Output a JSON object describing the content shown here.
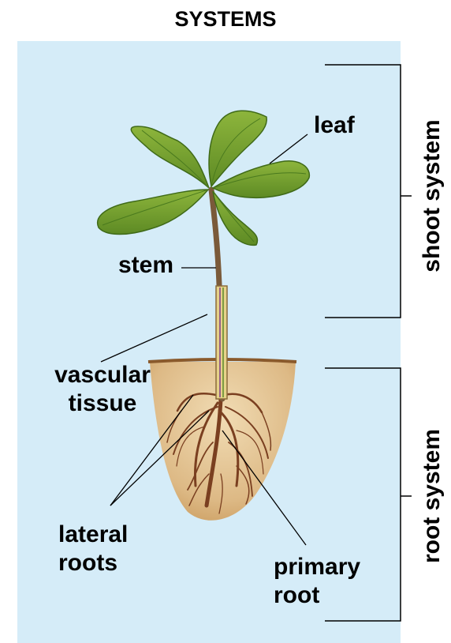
{
  "title": "SYSTEMS",
  "labels": {
    "leaf": "leaf",
    "stem": "stem",
    "vascular_tissue": "vascular\ntissue",
    "lateral_roots": "lateral\nroots",
    "primary_root": "primary\nroot",
    "shoot_system": "shoot system",
    "root_system": "root system"
  },
  "colors": {
    "background_panel": "#d5ecf8",
    "leaf": "#6e9a2c",
    "stem": "#7a5a3a",
    "soil": "#d8b47e",
    "root": "#7a3f20"
  }
}
